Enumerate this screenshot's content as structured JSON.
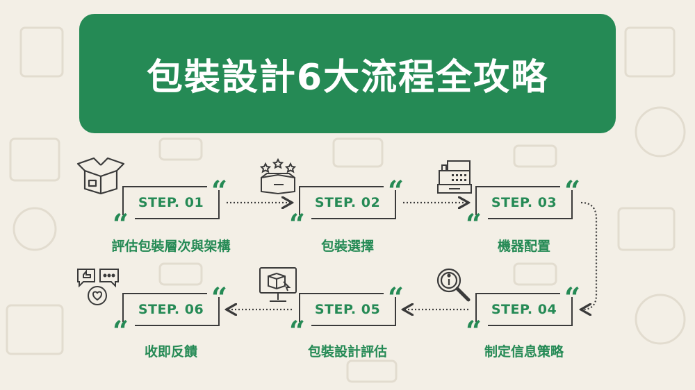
{
  "title": "包裝設計6大流程全攻略",
  "colors": {
    "primary": "#258a55",
    "background": "#f3efe6",
    "line": "#3a3a3a"
  },
  "steps": [
    {
      "label": "STEP. 01",
      "caption": "評估包裝層次與架構",
      "icon": "open-box-icon"
    },
    {
      "label": "STEP. 02",
      "caption": "包裝選擇",
      "icon": "box-with-stars-icon"
    },
    {
      "label": "STEP. 03",
      "caption": "機器配置",
      "icon": "cash-register-icon"
    },
    {
      "label": "STEP. 04",
      "caption": "制定信息策略",
      "icon": "info-magnifier-icon"
    },
    {
      "label": "STEP. 05",
      "caption": "包裝設計評估",
      "icon": "monitor-box-icon"
    },
    {
      "label": "STEP. 06",
      "caption": "收即反饋",
      "icon": "feedback-bubbles-icon"
    }
  ],
  "quote_glyph": "“"
}
